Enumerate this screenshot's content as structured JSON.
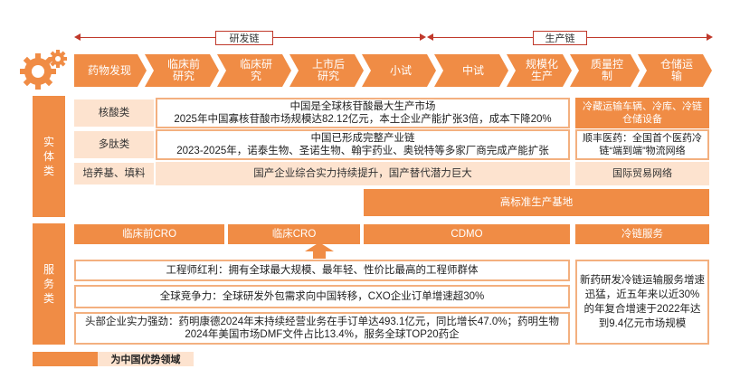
{
  "top": {
    "rd_chain": "研发链",
    "prod_chain": "生产链"
  },
  "stages": [
    "药物发现",
    "临床前\n研究",
    "临床研\n究",
    "上市后\n研究",
    "小试",
    "中试",
    "规模化\n生产",
    "质量控\n制",
    "仓储运\n输"
  ],
  "sections": {
    "entity": "实\n体\n类",
    "service": "服\n务\n类"
  },
  "entity_rows": [
    {
      "label": "核酸类",
      "main": "中国是全球核苷酸最大生产市场\n2025年中国寡核苷酸市场规模达82.12亿元，本土企业产能扩张3倍，成本下降20%",
      "right": "冷藏运输车辆、冷库、冷链\n仓储设备"
    },
    {
      "label": "多肽类",
      "main": "中国已形成完整产业链\n2023-2025年，诺泰生物、圣诺生物、翰宇药业、奥锐特等多家厂商完成产能扩张",
      "right": "顺丰医药：全国首个医药冷\n链“端到端”物流网络"
    },
    {
      "label": "培养基、填料",
      "main": "国产企业综合实力持续提升，国产替代潜力巨大",
      "right": "国际贸易网络"
    }
  ],
  "base": "高标准生产基地",
  "services": [
    "临床前CRO",
    "临床CRO",
    "CDMO",
    "冷链服务"
  ],
  "service_rows": [
    "工程师红利：拥有全球最大规模、最年轻、性价比最高的工程师群体",
    "全球竞争力：全球研发外包需求向中国转移，CXO企业订单增速超30%",
    "头部企业实力强劲：药明康德2024年末持续经营业务在手订单达493.1亿元，同比增长47.0%；药明生物\n2024年美国市场DMF文件占比13.4%，服务全球TOP20药企"
  ],
  "cold_chain": "新药研发冷链运输服务增速\n迅猛，近五年来以近30%\n的年复合增速于2022年达\n到9.4亿元市场规模",
  "legend": "为中国优势领域",
  "colors": {
    "accent": "#f08c45",
    "light": "#fde3cf",
    "line": "#c0392b"
  },
  "icons": [
    "gear-icon",
    "up-arrow-icon"
  ]
}
